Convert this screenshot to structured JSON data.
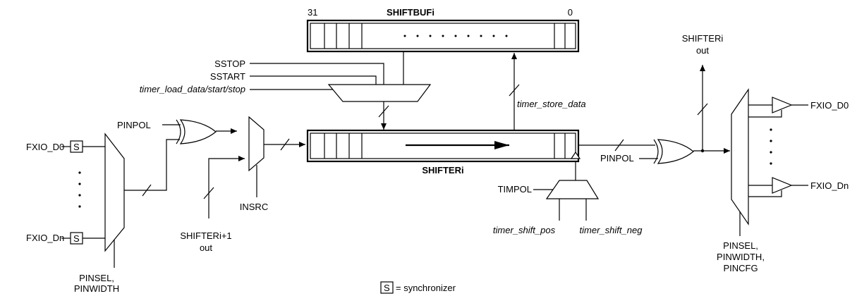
{
  "inputs": {
    "pin0": "FXIO_D0",
    "pinn": "FXIO_Dn",
    "sync": "S",
    "in_pinsel": "PINSEL,",
    "in_pinwidth": "PINWIDTH"
  },
  "shiftbuf": {
    "title": "SHIFTBUFi",
    "bit_high": "31",
    "bit_low": "0"
  },
  "load_mux": {
    "sstop": "SSTOP",
    "sstart": "SSTART",
    "timer_load": "timer_load_data/start/stop"
  },
  "xor_in": {
    "pinpol": "PINPOL"
  },
  "insrc_mux": {
    "insrc": "INSRC",
    "next_shifter": "SHIFTERi+1",
    "next_shifter_out": "out"
  },
  "shifter": {
    "title": "SHIFTERi",
    "store": "timer_store_data"
  },
  "timer_mux": {
    "timpol": "TIMPOL",
    "pos": "timer_shift_pos",
    "neg": "timer_shift_neg"
  },
  "xor_out": {
    "pinpol": "PINPOL"
  },
  "output": {
    "shifter_out": "SHIFTERi",
    "shifter_out2": "out",
    "pin0": "FXIO_D0",
    "pinn": "FXIO_Dn",
    "pinsel": "PINSEL,",
    "pinwidth": "PINWIDTH,",
    "pincfg": "PINCFG"
  },
  "legend": {
    "symbol": "S",
    "text": "= synchronizer"
  }
}
